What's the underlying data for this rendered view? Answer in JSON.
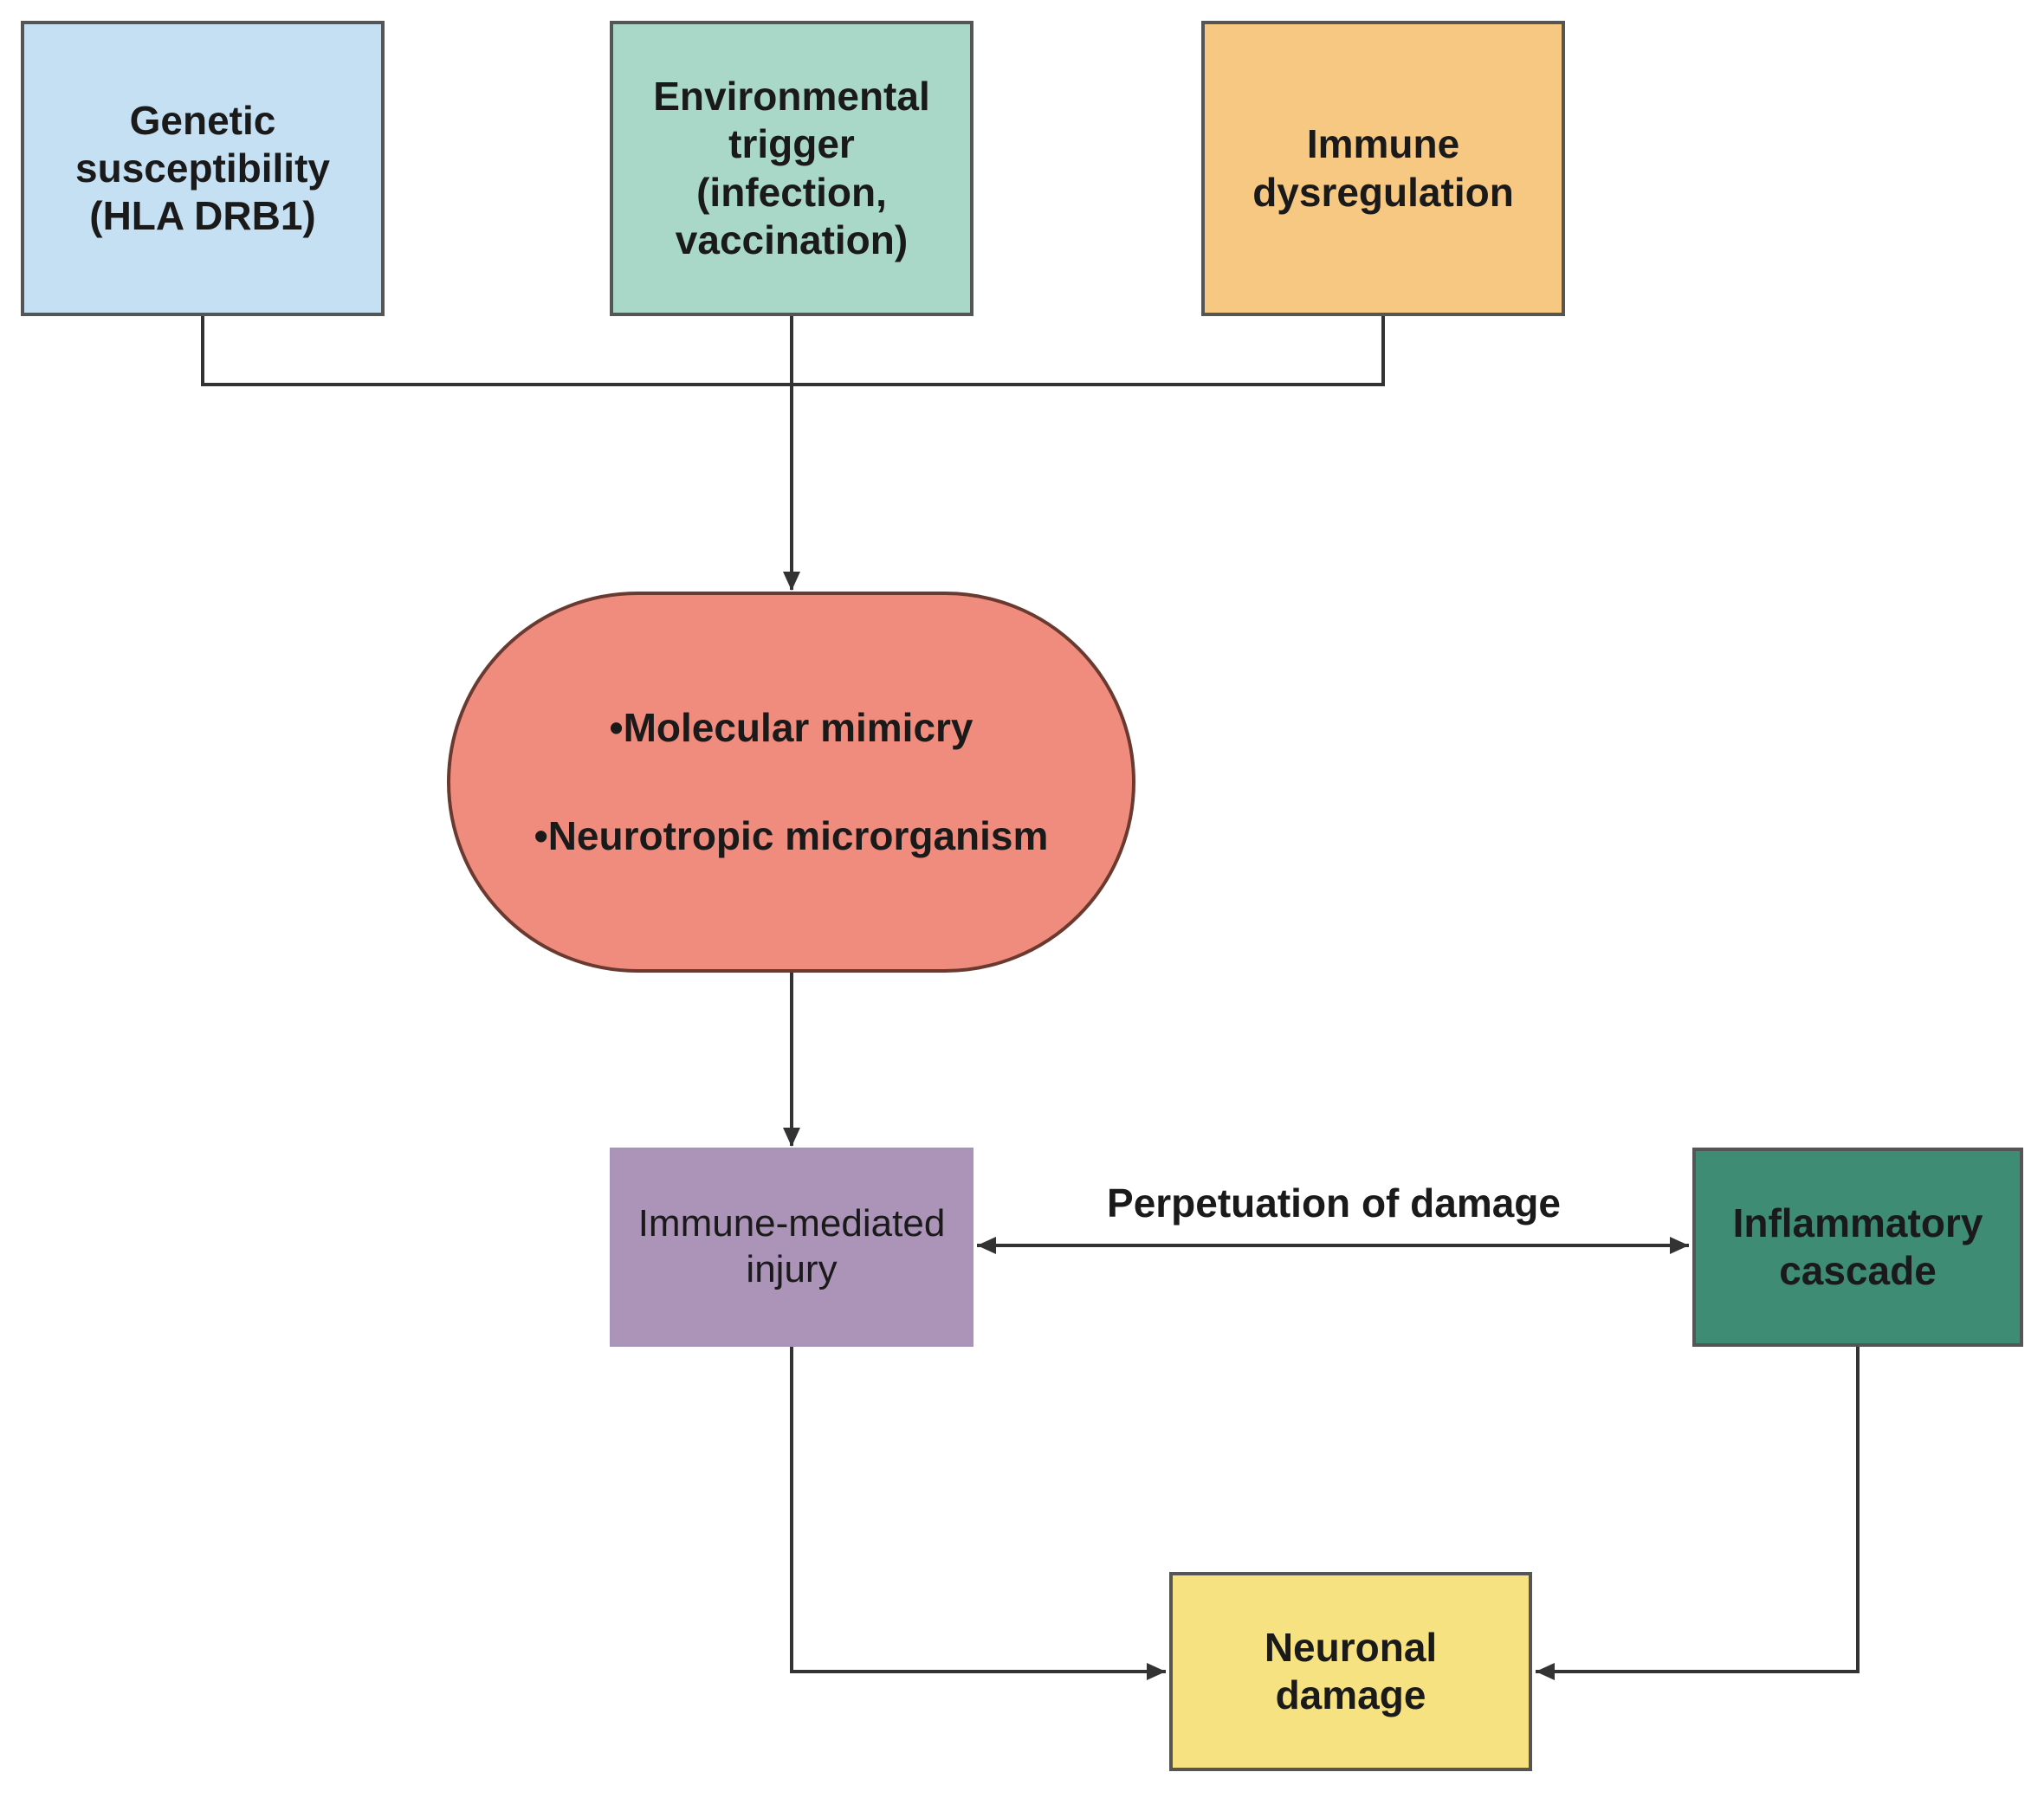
{
  "colors": {
    "genetic": "#c5dff3",
    "environment": "#a9d7c8",
    "immune_dysregulation": "#f7c882",
    "mechanism": "#f08c7e",
    "injury": "#ab94b8",
    "inflammatory": "#3f8c74",
    "neuronal": "#f7e282",
    "connector": "#333333"
  },
  "nodes": {
    "genetic": {
      "lines": [
        "Genetic",
        "susceptibility",
        "(HLA DRB1)"
      ]
    },
    "environment": {
      "lines": [
        "Environmental",
        "trigger",
        "(infection,",
        "vaccination)"
      ]
    },
    "immune_dysregulation": {
      "lines": [
        "Immune",
        "dysregulation"
      ]
    },
    "mechanism": {
      "lines": [
        "•Molecular mimicry",
        "•Neurotropic microrganism"
      ]
    },
    "injury": {
      "lines": [
        "Immune-mediated",
        "injury"
      ]
    },
    "inflammatory": {
      "lines": [
        "Inflammatory",
        "cascade"
      ]
    },
    "neuronal": {
      "lines": [
        "Neuronal",
        "damage"
      ]
    }
  },
  "edges": {
    "perpetuation_label": "Perpetuation of damage"
  }
}
